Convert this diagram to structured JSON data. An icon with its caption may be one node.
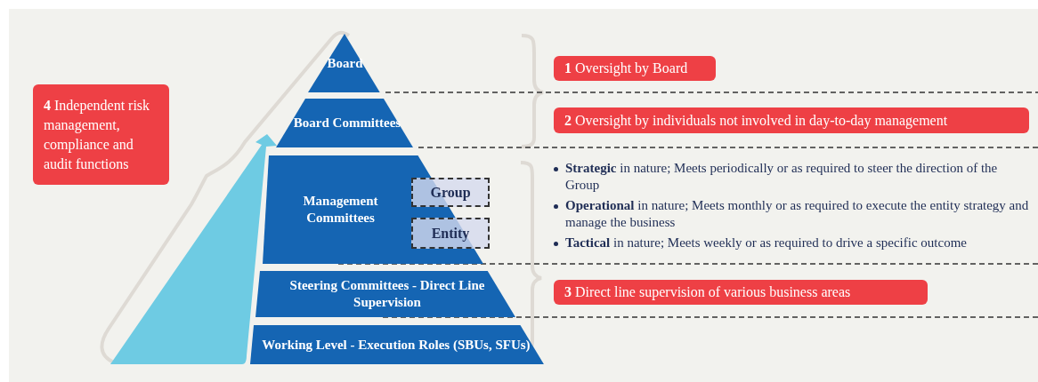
{
  "diagram": {
    "nodes": [
      {
        "text": [
          "Board"
        ]
      },
      {
        "text": [
          "Board Committees"
        ]
      },
      {
        "text": [
          "Management Committees"
        ]
      },
      {
        "text": [
          "Group"
        ]
      },
      {
        "text": [
          "Entity"
        ]
      },
      {
        "text": [
          "Steering Committees - Direct Line Supervision"
        ]
      },
      {
        "text": [
          "Working Level - Execution Roles (SBUs, SFUs)"
        ]
      },
      {
        "text": [
          "**4** Independent risk management, compliance and audit functions"
        ]
      },
      {
        "text": [
          "**1** Oversight by Board"
        ]
      },
      {
        "text": [
          "**2** Oversight by individuals not involved in day-to-day management"
        ]
      },
      {
        "text": [
          "**3** Direct line supervision of various business  areas"
        ]
      }
    ],
    "labels": [
      "**Strategic** in nature; Meets periodically or as required to steer the direction of the Group",
      "**Operational** in nature; Meets monthly or as required to execute the entity strategy and manage the business",
      "**Tactical** in nature; Meets weekly or as required to drive a specific outcome"
    ]
  }
}
